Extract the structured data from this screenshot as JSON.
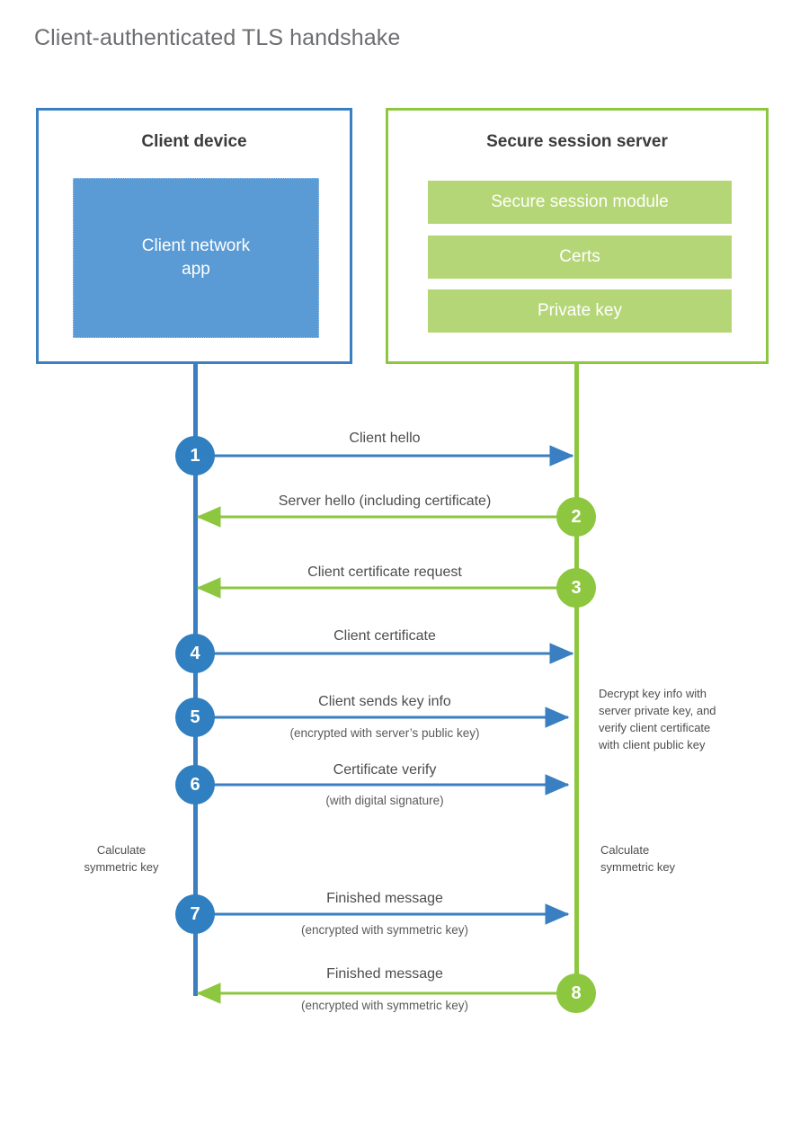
{
  "title": "Client-authenticated TLS handshake",
  "colors": {
    "client_blue": "#3a7fc1",
    "client_circle_blue": "#2f7fc1",
    "client_app_fill": "#5b9bd5",
    "server_green": "#8dc63f",
    "server_module_fill": "#b5d676",
    "title_text": "#6d6e71",
    "body_text": "#4d4d4d",
    "background": "#ffffff"
  },
  "actors": {
    "client": {
      "title": "Client device",
      "app_label_line1": "Client network",
      "app_label_line2": "app"
    },
    "server": {
      "title": "Secure session server",
      "modules": [
        {
          "label": "Secure session module"
        },
        {
          "label": "Certs"
        },
        {
          "label": "Private key"
        }
      ]
    }
  },
  "steps": [
    {
      "number": "1",
      "side": "client",
      "direction": "right",
      "label": "Client hello",
      "sublabel": ""
    },
    {
      "number": "2",
      "side": "server",
      "direction": "left",
      "label": "Server hello (including certificate)",
      "sublabel": ""
    },
    {
      "number": "3",
      "side": "server",
      "direction": "left",
      "label": "Client certificate request",
      "sublabel": ""
    },
    {
      "number": "4",
      "side": "client",
      "direction": "right",
      "label": "Client certificate",
      "sublabel": ""
    },
    {
      "number": "5",
      "side": "client",
      "direction": "right",
      "label": "Client sends key info",
      "sublabel": "(encrypted with server’s public key)"
    },
    {
      "number": "6",
      "side": "client",
      "direction": "right",
      "label": "Certificate verify",
      "sublabel": "(with digital signature)"
    },
    {
      "number": "7",
      "side": "client",
      "direction": "right",
      "label": "Finished message",
      "sublabel": "(encrypted with symmetric key)"
    },
    {
      "number": "8",
      "side": "server",
      "direction": "left",
      "label": "Finished message",
      "sublabel": "(encrypted with symmetric key)"
    }
  ],
  "notes": {
    "decrypt": {
      "lines": [
        "Decrypt key info with",
        "server private key, and",
        "verify client certificate",
        "with client public key"
      ]
    },
    "calculate_client": {
      "lines": [
        "Calculate",
        "symmetric key"
      ]
    },
    "calculate_server": {
      "lines": [
        "Calculate",
        "symmetric key"
      ]
    }
  }
}
